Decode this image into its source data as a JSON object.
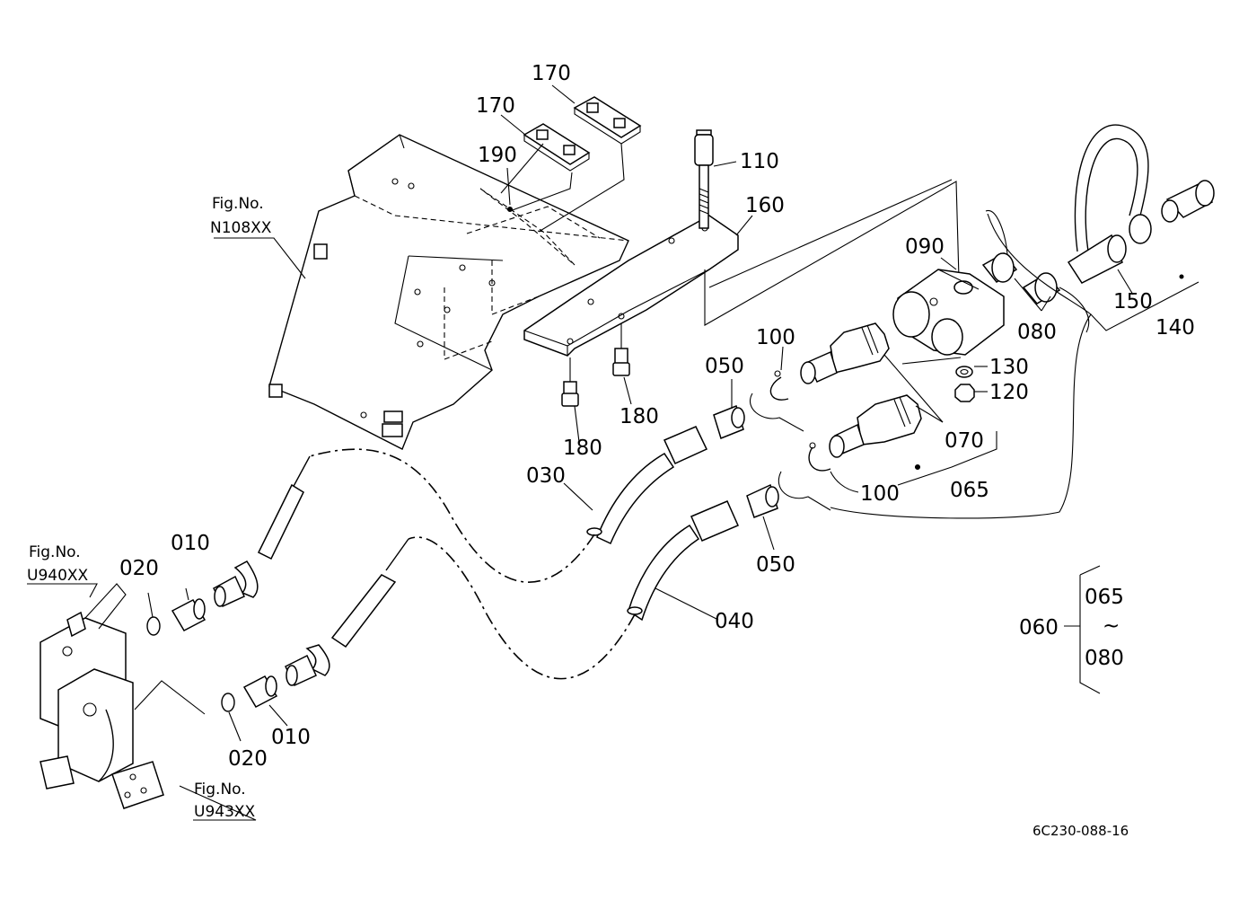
{
  "figure_code": "6C230-088-16",
  "fig_refs": [
    {
      "caption": "Fig.No.",
      "number": "N108XX"
    },
    {
      "caption": "Fig.No.",
      "number": "U940XX"
    },
    {
      "caption": "Fig.No.",
      "number": "U943XX"
    }
  ],
  "part_labels": {
    "p010_a": "010",
    "p010_b": "010",
    "p020_a": "020",
    "p020_b": "020",
    "p030": "030",
    "p040": "040",
    "p050_a": "050",
    "p050_b": "050",
    "p060": "060",
    "p065": "065",
    "p070": "070",
    "p080": "080",
    "p090": "090",
    "p100_a": "100",
    "p100_b": "100",
    "p110": "110",
    "p120": "120",
    "p130": "130",
    "p140": "140",
    "p150": "150",
    "p160": "160",
    "p170_a": "170",
    "p170_b": "170",
    "p180_a": "180",
    "p180_b": "180",
    "p190": "190"
  },
  "assembly_range": {
    "from": "065",
    "tilde": "~",
    "to": "080"
  }
}
